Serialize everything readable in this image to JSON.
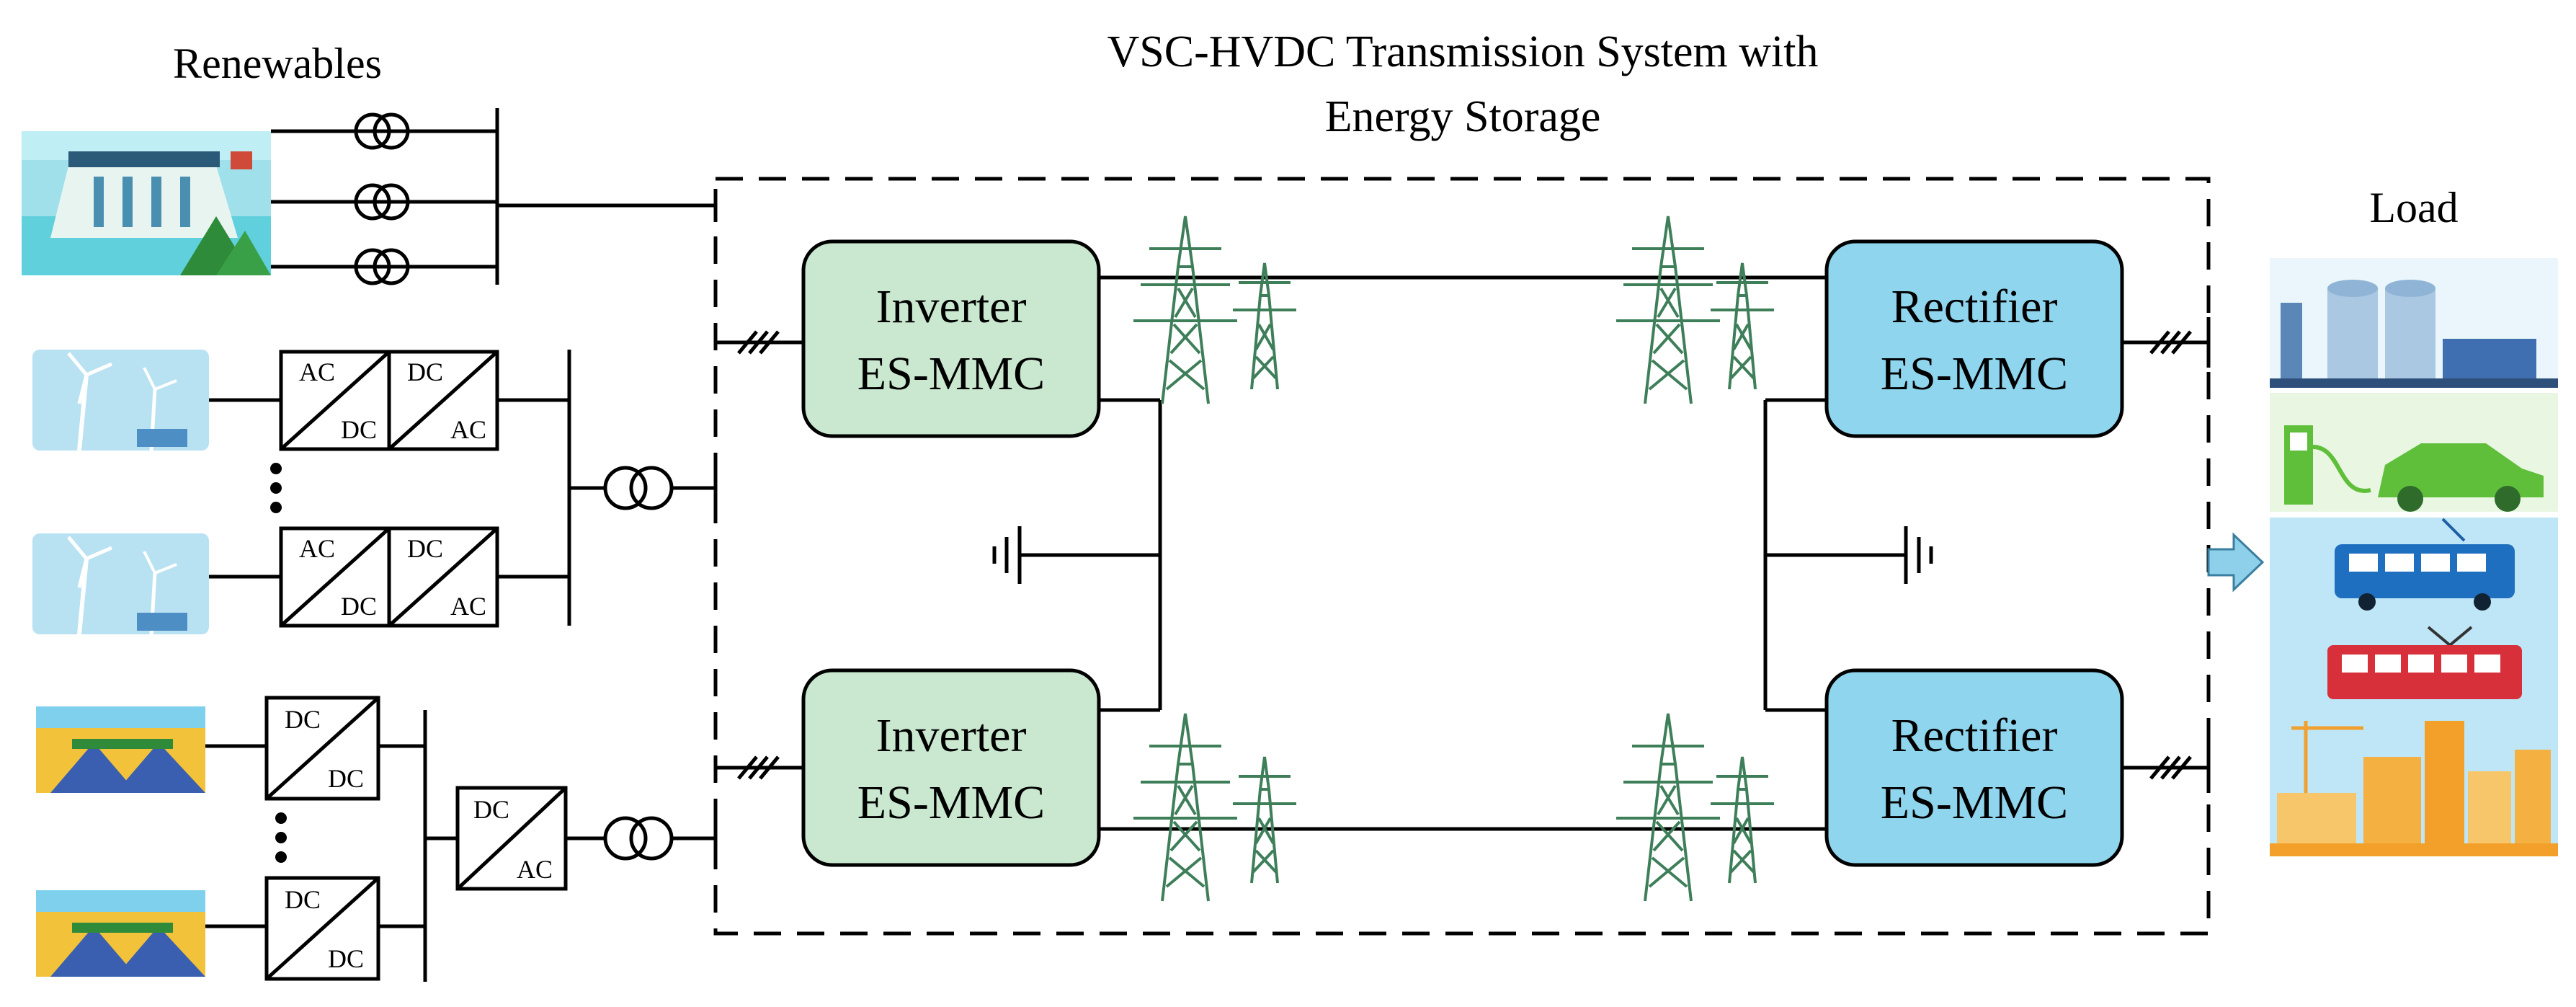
{
  "header": {
    "renewables": "Renewables",
    "system_title_line1": "VSC-HVDC Transmission System with",
    "system_title_line2": "Energy Storage",
    "load": "Load"
  },
  "converters": {
    "ac_dc": {
      "top": "AC",
      "bottom": "DC"
    },
    "dc_ac": {
      "top": "DC",
      "bottom": "AC"
    },
    "dc_dc": {
      "top": "DC",
      "bottom": "DC"
    }
  },
  "stations": {
    "inverter_line1": "Inverter",
    "rectifier_line1": "Rectifier",
    "line2": "ES-MMC"
  },
  "colors": {
    "inverter_fill": "#c9e8cf",
    "rectifier_fill": "#8fd5ee",
    "tower_green": "#3e7f5a",
    "arrow_fill": "#8ed0ea"
  },
  "icons": [
    "hydro-dam-icon",
    "wind-turbine-icon",
    "solar-panel-icon",
    "factory-icon",
    "ev-charging-icon",
    "bus-icon",
    "tram-icon",
    "city-buildings-icon",
    "transmission-tower-icon",
    "transformer-icon",
    "ground-icon"
  ]
}
